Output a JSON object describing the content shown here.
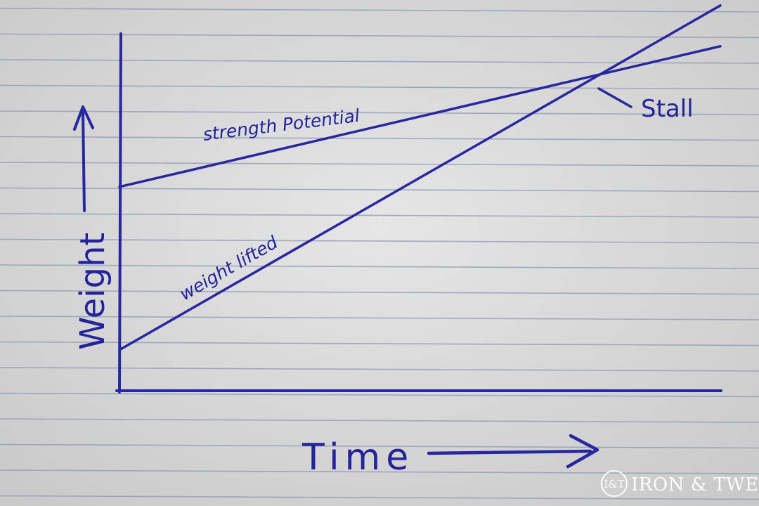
{
  "chart_data": {
    "type": "line",
    "xlabel": "Time",
    "ylabel": "Weight",
    "x": [
      0,
      10
    ],
    "series": [
      {
        "name": "strength Potential",
        "values": [
          4.5,
          7.6
        ]
      },
      {
        "name": "weight lifted",
        "values": [
          0.9,
          8.5
        ]
      }
    ],
    "annotations": [
      {
        "text": "Stall",
        "target": "intersection of series"
      }
    ],
    "xlim": [
      0,
      10
    ],
    "ylim": [
      0,
      8
    ],
    "grid": false
  },
  "watermark": {
    "monogram": "I&T",
    "text": "IRON & TWEED"
  },
  "colors": {
    "ink": "#2727a0",
    "paper": "#dcdcdc",
    "rules": "#8e96b8"
  }
}
